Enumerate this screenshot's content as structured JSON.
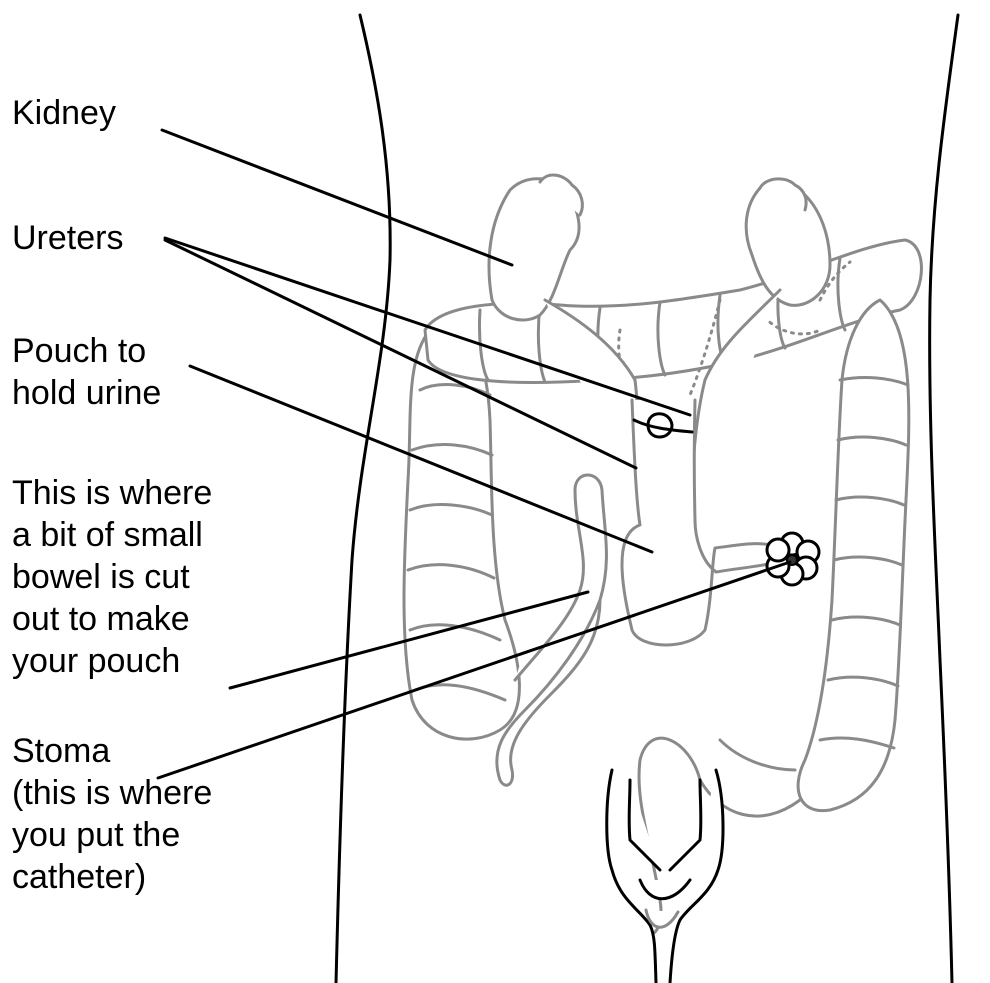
{
  "labels": {
    "kidney": [
      "Kidney"
    ],
    "ureters": [
      "Ureters"
    ],
    "pouch": [
      "Pouch to",
      "hold urine"
    ],
    "small_bowel": [
      "This is where",
      "a bit of small",
      "bowel is cut",
      "out to make",
      "your pouch"
    ],
    "stoma": [
      "Stoma",
      "(this is where",
      "you put the",
      "catheter)"
    ]
  },
  "colors": {
    "outline": "#000000",
    "organ_stroke": "#8a8a8a",
    "background": "#ffffff"
  }
}
